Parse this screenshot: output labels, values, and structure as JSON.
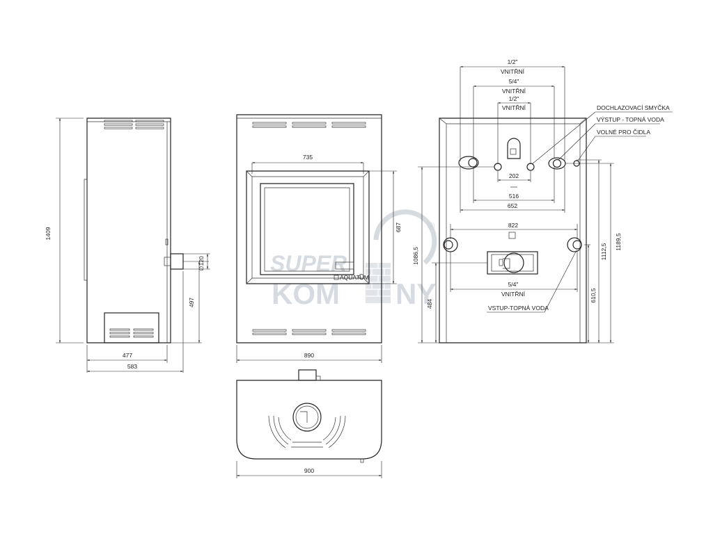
{
  "side_view": {
    "height": "1409",
    "depth_body": "477",
    "depth_total": "583",
    "outlet_height": "497",
    "outlet_diameter": "∅120"
  },
  "front_view": {
    "glass_width": "735",
    "width": "890",
    "door_height": "687",
    "brand_plate": "AQUATUM"
  },
  "top_view": {
    "width": "900"
  },
  "rear_view": {
    "pipe_1_2_outer": "1/2\"",
    "pipe_1_2_outer_sub": "VNITŘNÍ",
    "pipe_5_4_top": "5/4\"",
    "pipe_5_4_top_sub": "VNITŘNÍ",
    "pipe_1_2_inner": "1/2\"",
    "pipe_1_2_inner_sub": "VNITŘNÍ",
    "spacing_202": "202",
    "spacing_516": "516",
    "spacing_652": "652",
    "spacing_822": "822",
    "pipe_5_4_bottom": "5/4\"",
    "pipe_5_4_bottom_sub": "VNITŘNÍ",
    "h_1086": "1086,5",
    "h_484": "484",
    "h_1112": "1112,5",
    "h_1189": "1189,5",
    "h_610": "610,5",
    "callout_loop": "DOCHLAZOVACÍ SMYČKA",
    "callout_outlet": "VÝSTUP - TOPNÁ VODA",
    "callout_sensor": "VOLNÉ PRO ČIDLA",
    "callout_inlet": "VSTUP-TOPNÁ VODA"
  },
  "watermark": {
    "line1": "SUPER",
    "line2_a": "KOM",
    "line2_b": "NY",
    "registered": "®"
  }
}
